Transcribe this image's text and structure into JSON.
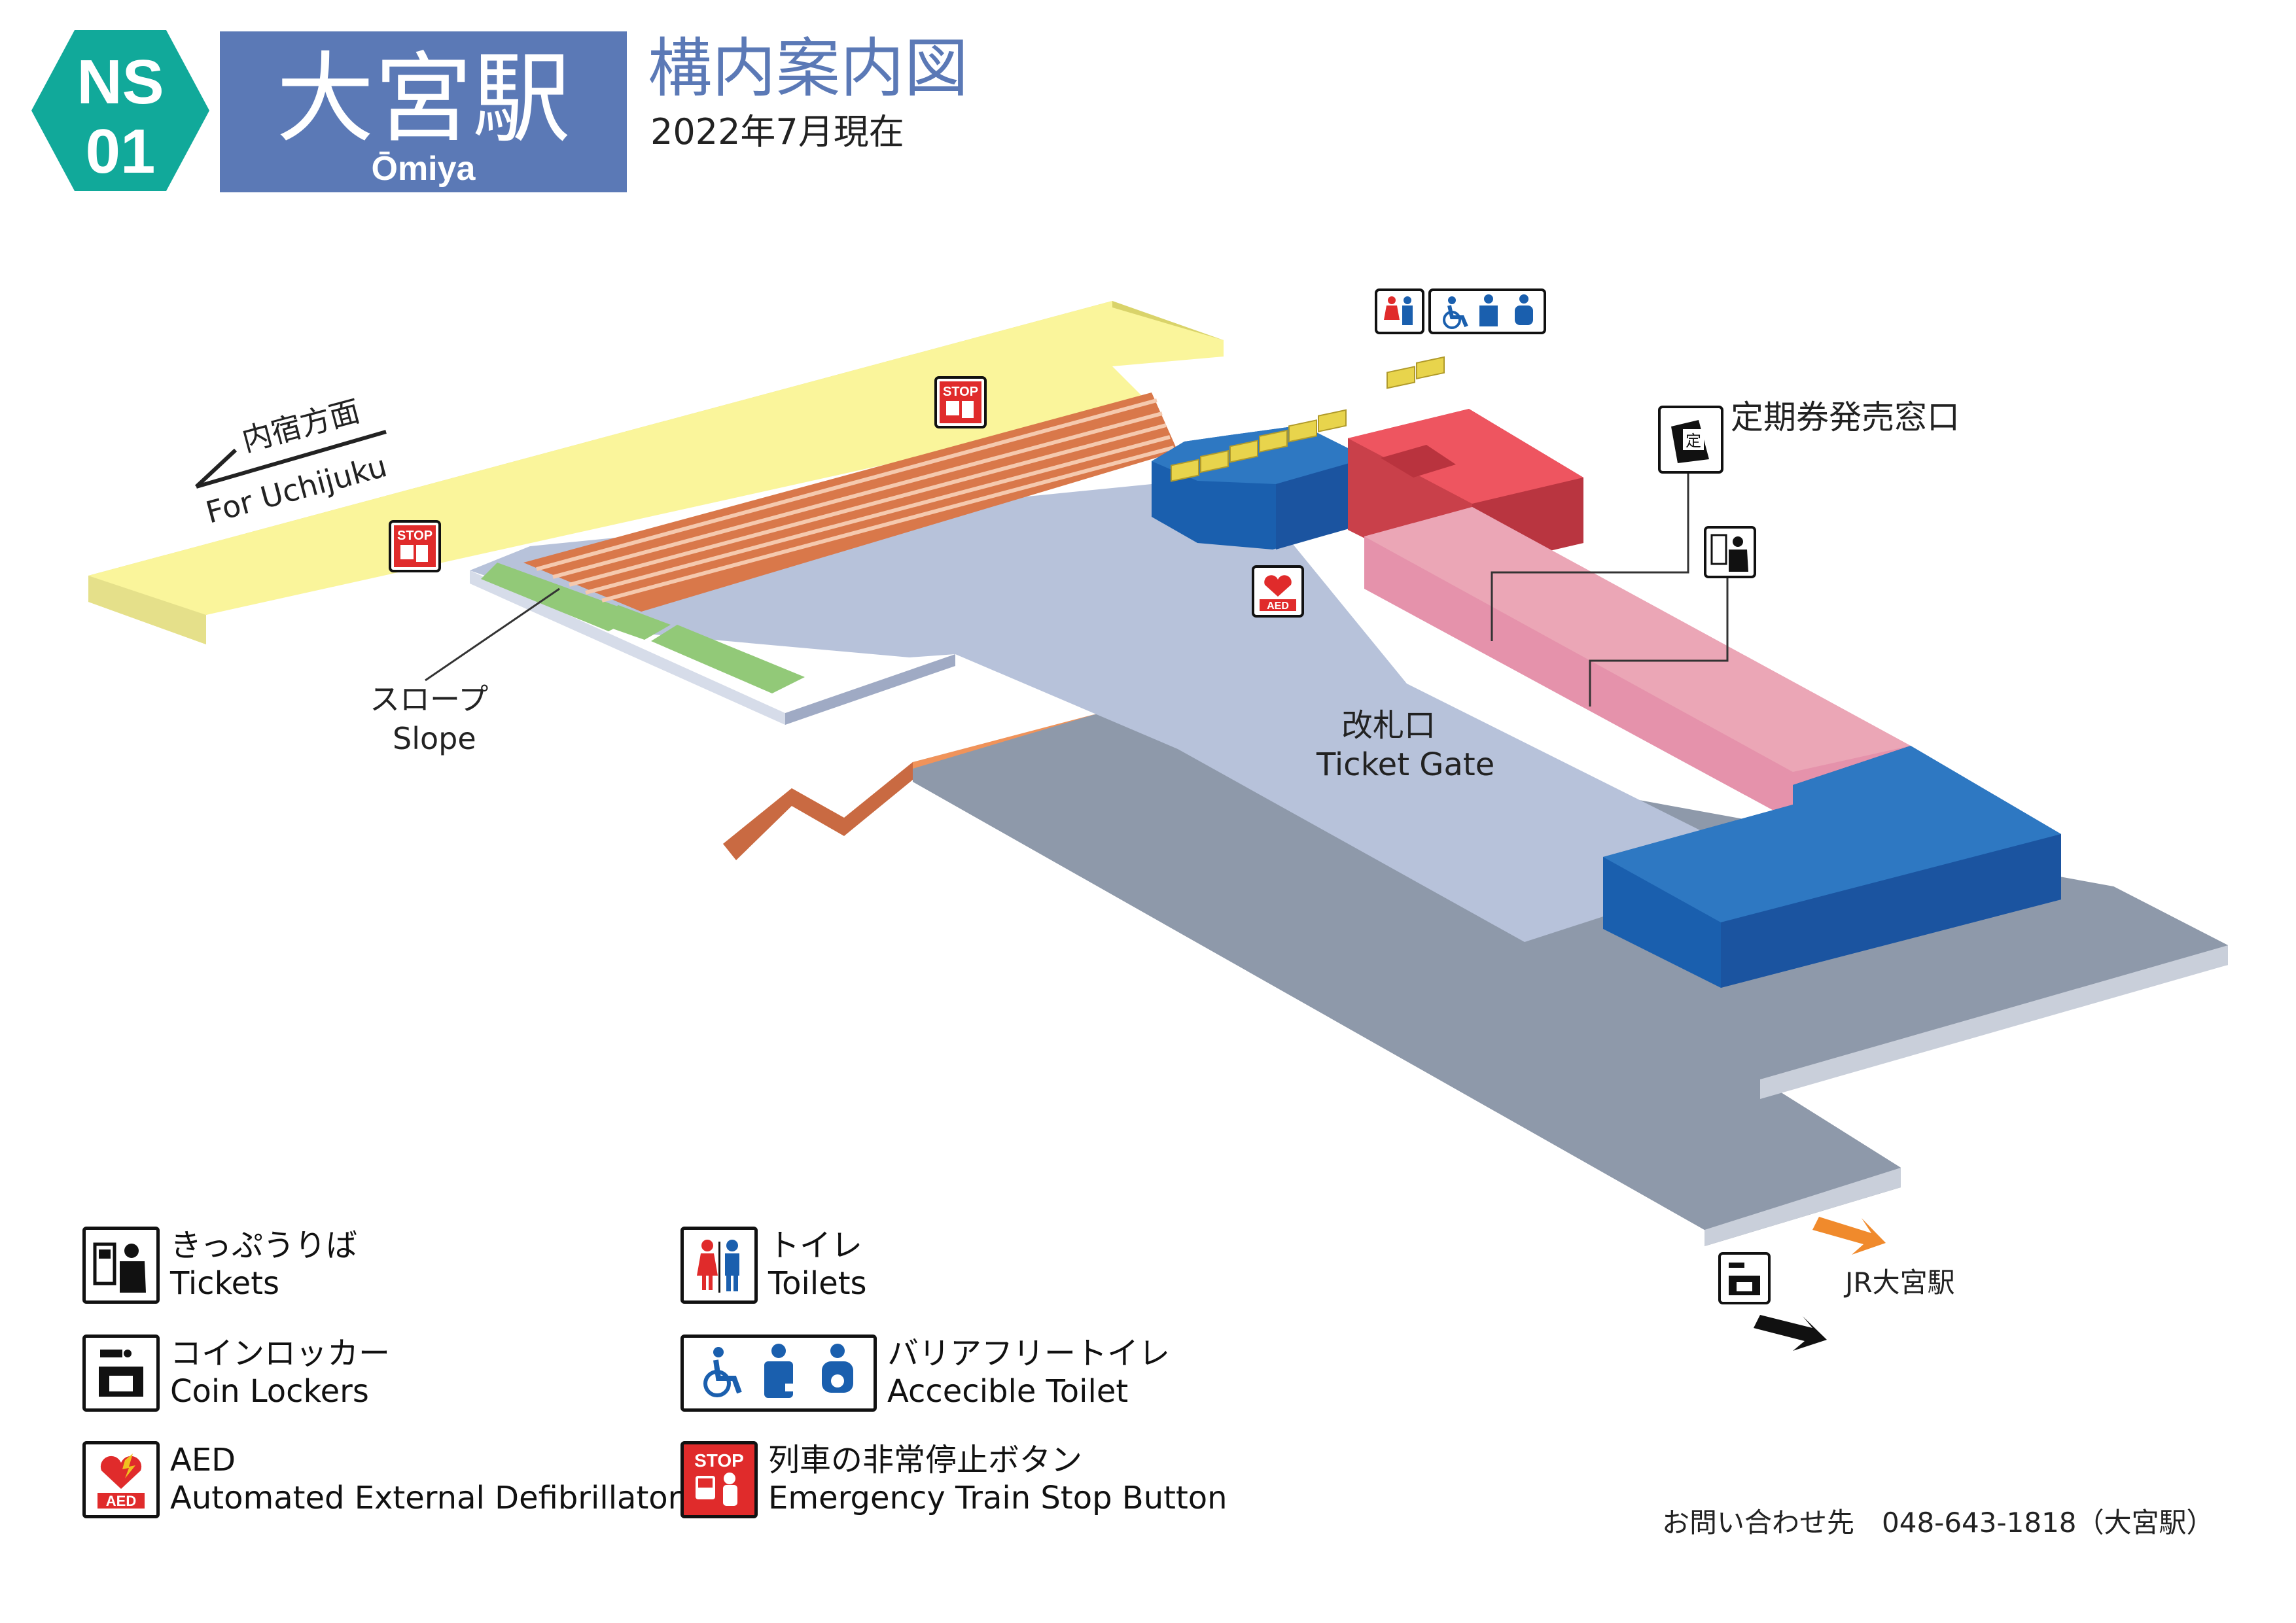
{
  "header": {
    "line_code": "NS",
    "line_number": "01",
    "station_name_ja": "大宮駅",
    "station_name_en": "Ōmiya",
    "title": "構内案内図",
    "date": "2022年7月現在"
  },
  "map_labels": {
    "direction_ja": "内宿方面",
    "direction_en": "For Uchijuku",
    "slope_ja": "スロープ",
    "slope_en": "Slope",
    "gate_ja": "改札口",
    "gate_en": "Ticket Gate",
    "pass_office": "定期券発売窓口",
    "jr_station": "JR大宮駅",
    "stop_sign": "STOP",
    "aed_sign": "AED",
    "pass_sign": "定"
  },
  "legend": [
    {
      "icon": "ticket-machine-icon",
      "ja": "きっぷうりば",
      "en": "Tickets"
    },
    {
      "icon": "coin-locker-icon",
      "ja": "コインロッカー",
      "en": "Coin Lockers"
    },
    {
      "icon": "aed-icon",
      "ja": "AED",
      "en": "Automated External Defibrillator"
    },
    {
      "icon": "toilet-icon",
      "ja": "トイレ",
      "en": "Toilets"
    },
    {
      "icon": "accessible-toilet-icon",
      "ja": "バリアフリートイレ",
      "en": "Accecible Toilet"
    },
    {
      "icon": "emergency-stop-icon",
      "ja": "列車の非常停止ボタン",
      "en": "Emergency Train Stop Button"
    }
  ],
  "contact": "お問い合わせ先　048-643-1818（大宮駅）",
  "colors": {
    "brand_teal": "#11A99A",
    "title_blue": "#5B79B6",
    "platform_yellow": "#FAF59B",
    "concourse": "#B7C2DA",
    "walkway": "#8E99AA",
    "facility_blue": "#2E78C2",
    "toilet_red": "#EE5560",
    "office_pink": "#EBA6B6",
    "stairs_orange": "#D9784A",
    "slope_green": "#92C978",
    "gate_yellow": "#E8D44C",
    "stop_red": "#E02B2B"
  }
}
